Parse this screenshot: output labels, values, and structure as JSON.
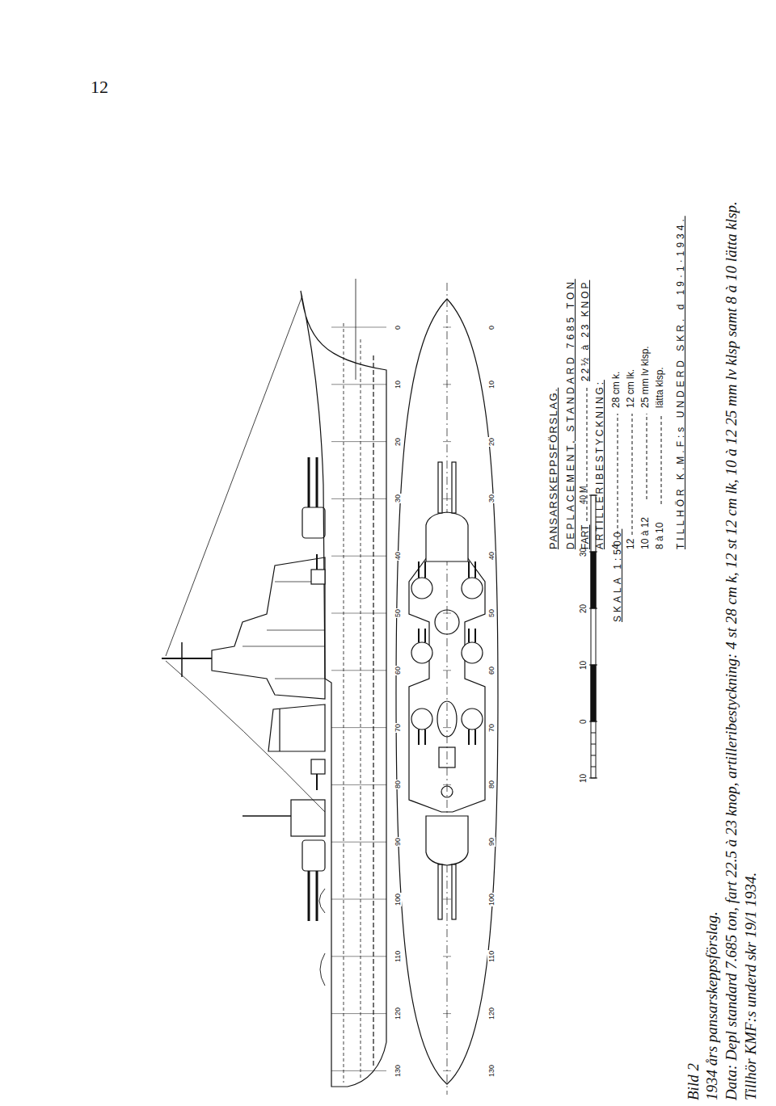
{
  "diagram": {
    "title": "PANSARSKEPPSFÖRSLAG.",
    "labels": [
      "12",
      "Bild 2",
      "1934 års pansarskeppsförslag.",
      "Data: Depl standard 7.685 ton, fart 22.5 à 23 knop, artilleribestyckning: 4 st 28 cm k, 12 st 12 cm lk, 10 à 12 25 mm lv klsp samt 8 à 10 lätta klsp.",
      "Tillhör KMF:s underd skr 19/1 1934.",
      "DEPLACEMENT, STANDARD 7685 TON",
      "FART",
      "22½ à 23 KNOP",
      "ARTILLERIBESTYCKNING:",
      "4",
      "28 cm k.",
      "12",
      "12 cm lk.",
      "10 à 12",
      "25 mm lv klsp.",
      "8 à 10",
      "lätta klsp.",
      "TILLHÖR K.M.F:s UNDERD SKR. d 19·1·1934.",
      "SKALA 1:500",
      "10",
      "0",
      "10",
      "20",
      "30",
      "40 M",
      "0",
      "10",
      "20",
      "30",
      "40",
      "50",
      "60",
      "70",
      "80",
      "90",
      "100",
      "110",
      "120",
      "130",
      "0",
      "10",
      "20",
      "30",
      "40",
      "50",
      "60",
      "70",
      "80",
      "90",
      "100",
      "110",
      "120",
      "130"
    ]
  }
}
